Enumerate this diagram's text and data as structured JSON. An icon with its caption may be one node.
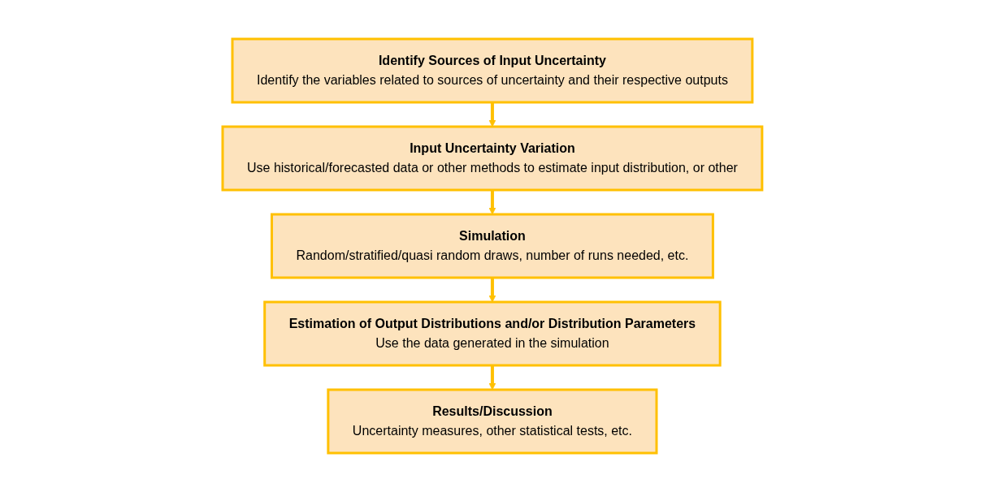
{
  "diagram": {
    "nodes": [
      {
        "text": [
          "Identify Sources of Input Uncertainty",
          "Identify the variables related to sources of uncertainty and their respective outputs"
        ]
      },
      {
        "text": [
          "Input Uncertainty Variation",
          "Use historical/forecasted data or other methods to estimate input distribution, or other"
        ]
      },
      {
        "text": [
          "Simulation",
          "Random/stratified/quasi random draws, number of runs needed, etc."
        ]
      },
      {
        "text": [
          "Estimation of Output Distributions and/or Distribution Parameters",
          "Use the data generated in the simulation"
        ]
      },
      {
        "text": [
          "Results/Discussion",
          "Uncertainty measures, other statistical tests, etc."
        ]
      }
    ],
    "edges": [
      {
        "from": 0,
        "to": 1,
        "arrow": "to"
      },
      {
        "from": 1,
        "to": 2,
        "arrow": "to"
      },
      {
        "from": 2,
        "to": 3,
        "arrow": "to"
      },
      {
        "from": 3,
        "to": 4,
        "arrow": "to"
      }
    ]
  }
}
